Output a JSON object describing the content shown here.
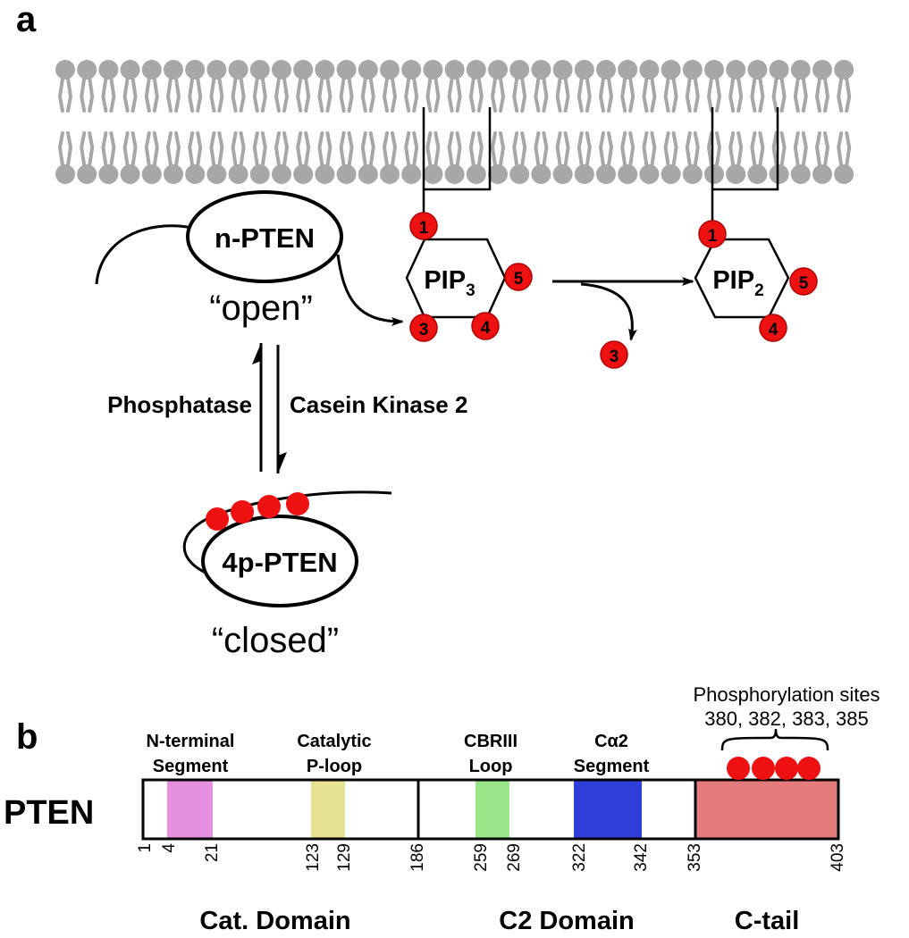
{
  "panel_a": {
    "label": "a",
    "n_pten": "n-PTEN",
    "open_label": "“open”",
    "closed_label": "“closed”",
    "p_pten": "4p-PTEN",
    "phosphatase": "Phosphatase",
    "kinase": "Casein Kinase 2",
    "pip3": {
      "base": "PIP",
      "sub": "3"
    },
    "pip2": {
      "base": "PIP",
      "sub": "2"
    },
    "pip3_phosphates": [
      "1",
      "3",
      "4",
      "5"
    ],
    "pip2_phosphates": [
      "1",
      "4",
      "5"
    ],
    "released_phosphate": "3",
    "colors": {
      "phosphate": "#ee1111",
      "lipid": "#a7a7a7"
    }
  },
  "panel_b": {
    "label": "b",
    "protein": "PTEN",
    "phospho_title": "Phosphorylation sites",
    "phospho_sites": "380, 382, 383, 385",
    "segments": [
      {
        "name_line1": "N-terminal",
        "name_line2": "Segment",
        "color": "#e58fe0"
      },
      {
        "name_line1": "Catalytic",
        "name_line2": "P-loop",
        "color": "#e6e293"
      },
      {
        "name_line1": "CBRIII",
        "name_line2": "Loop",
        "color": "#99e68a"
      },
      {
        "name_line1": "Cα2",
        "name_line2": "Segment",
        "color": "#2e3fdc"
      }
    ],
    "ctail_color": "#e47c7e",
    "ticks": [
      "1",
      "4",
      "21",
      "123",
      "129",
      "186",
      "259",
      "269",
      "322",
      "342",
      "353",
      "403"
    ],
    "domains": [
      "Cat. Domain",
      "C2 Domain",
      "C-tail"
    ]
  }
}
